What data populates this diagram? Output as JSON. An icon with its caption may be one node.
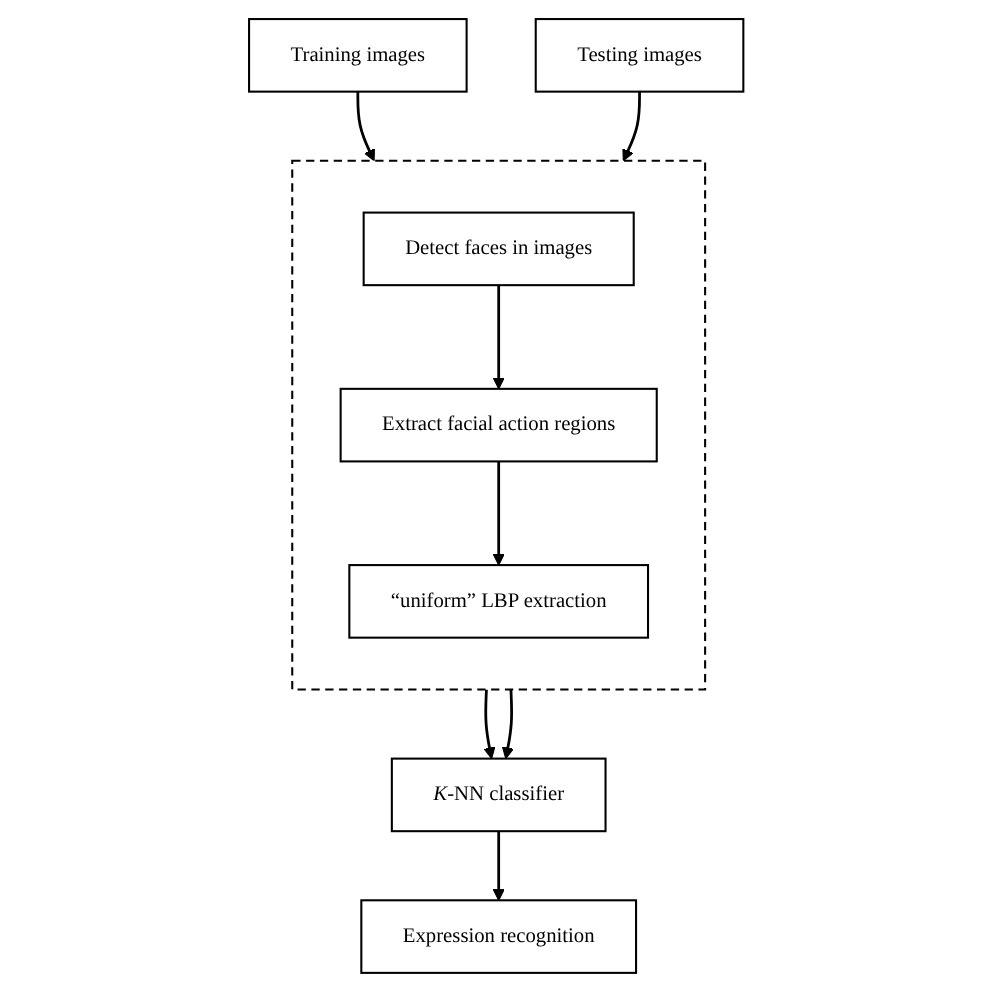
{
  "diagram": {
    "nodes": [
      {
        "text": [],
        "shape": "box"
      },
      {
        "text": [
          "Training images"
        ]
      },
      {
        "text": [
          "Testing images"
        ]
      },
      {
        "text": [
          "Detect faces in images"
        ],
        "in": 0
      },
      {
        "text": [
          "Extract facial action regions"
        ],
        "in": 0
      },
      {
        "text": [
          "“uniform” LBP extraction"
        ],
        "in": 0
      },
      {
        "text": [
          "*K*-NN classifier"
        ]
      },
      {
        "text": [
          "Expression recognition"
        ]
      }
    ],
    "edges": [
      {
        "from": 1,
        "to": 0,
        "arrow": "to"
      },
      {
        "from": 2,
        "to": 0,
        "arrow": "to"
      },
      {
        "from": 3,
        "to": 4,
        "arrow": "to"
      },
      {
        "from": 4,
        "to": 5,
        "arrow": "to"
      },
      {
        "from": 0,
        "to": 6,
        "arrow": "to"
      },
      {
        "from": 0,
        "to": 6,
        "arrow": "to"
      },
      {
        "from": 6,
        "to": 7,
        "arrow": "to"
      }
    ]
  }
}
